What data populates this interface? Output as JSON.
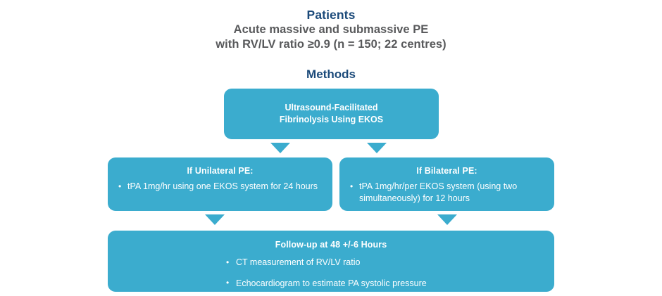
{
  "header": {
    "title": "Patients",
    "subtitle_line1": "Acute massive and submassive PE",
    "subtitle_line2": "with RV/LV ratio ≥0.9 (n = 150; 22 centres)",
    "title_color": "#1b4a7a",
    "subtitle_color": "#58595b"
  },
  "methods": {
    "section_title": "Methods",
    "box": {
      "line1": "Ultrasound-Facilitated",
      "line2": "Fibrinolysis Using EKOS"
    }
  },
  "branches": {
    "unilateral": {
      "heading": "If Unilateral PE:",
      "bullets": [
        "tPA 1mg/hr using one EKOS system for 24 hours"
      ]
    },
    "bilateral": {
      "heading": "If Bilateral PE:",
      "bullets": [
        "tPA 1mg/hr/per EKOS system (using two simultaneously) for 12 hours"
      ]
    }
  },
  "followup": {
    "heading": "Follow-up at 48 +/-6 Hours",
    "bullets": [
      "CT measurement of RV/LV ratio",
      "Echocardiogram to estimate PA systolic pressure"
    ]
  },
  "style": {
    "box_color": "#3bacce",
    "box_text_color": "#ffffff",
    "background": "#ffffff"
  },
  "connectors": [
    {
      "name": "methods-to-unilateral",
      "glyph": "▼"
    },
    {
      "name": "methods-to-bilateral",
      "glyph": "▼"
    },
    {
      "name": "unilateral-to-followup",
      "glyph": "▼"
    },
    {
      "name": "bilateral-to-followup",
      "glyph": "▼"
    }
  ]
}
